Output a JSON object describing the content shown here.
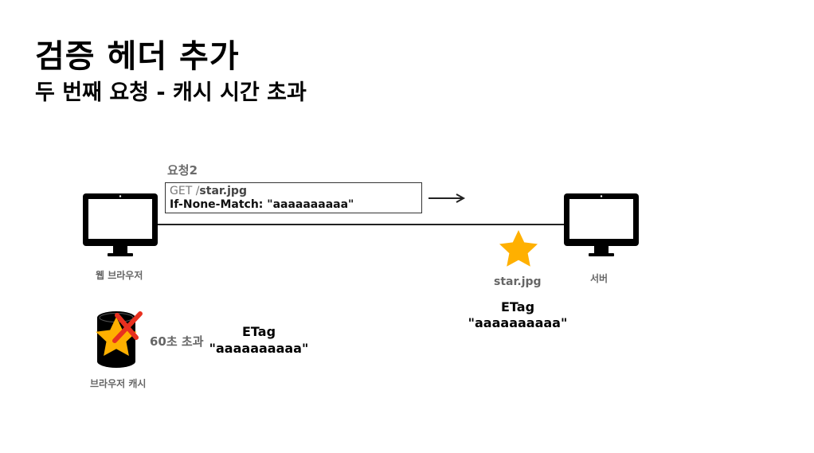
{
  "header": {
    "title": "검증 헤더 추가",
    "subtitle": "두 번째 요청 - 캐시 시간 초과"
  },
  "request": {
    "label": "요청2",
    "line1_prefix": "GET /",
    "line1_path": "star.jpg",
    "line2": "If-None-Match: \"aaaaaaaaaa\""
  },
  "client": {
    "label": "웹 브라우저"
  },
  "server": {
    "label": "서버",
    "resource_label": "star.jpg",
    "etag_title": "ETag",
    "etag_value": "\"aaaaaaaaaa\""
  },
  "cache": {
    "label": "브라우저 캐시",
    "expired_label": "60초 초과",
    "etag_title": "ETag",
    "etag_value": "\"aaaaaaaaaa\""
  },
  "colors": {
    "star": "#FFB000",
    "cross": "#E8301F",
    "monitor": "#000000"
  },
  "icons": {
    "client": "monitor-icon",
    "server": "monitor-icon",
    "cache": "database-icon",
    "resource": "star-icon",
    "expired": "cross-icon"
  }
}
